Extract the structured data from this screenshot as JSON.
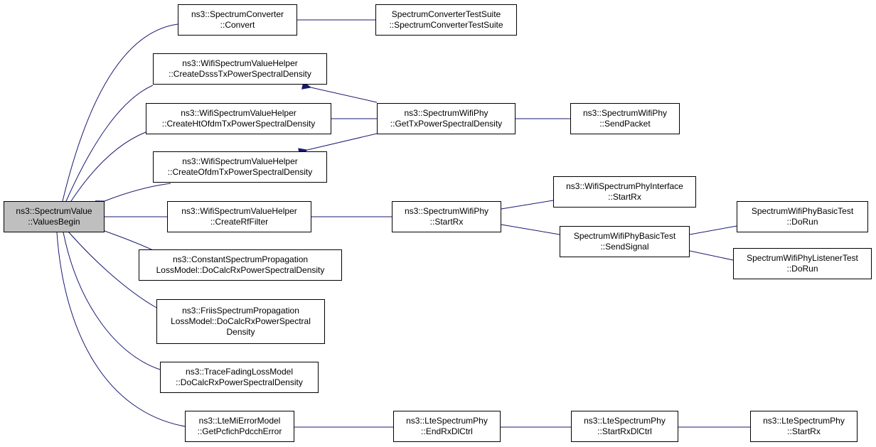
{
  "colors": {
    "edge": "#191970",
    "root_fill": "#bfbfbf",
    "node_fill": "#ffffff",
    "border": "#000000"
  },
  "nodes": [
    {
      "id": "root",
      "lines": [
        "ns3::SpectrumValue",
        "::ValuesBegin"
      ]
    },
    {
      "id": "sc_convert",
      "lines": [
        "ns3::SpectrumConverter",
        "::Convert"
      ]
    },
    {
      "id": "sc_testsuite",
      "lines": [
        "SpectrumConverterTestSuite",
        "::SpectrumConverterTestSuite"
      ]
    },
    {
      "id": "dsss",
      "lines": [
        "ns3::WifiSpectrumValueHelper",
        "::CreateDsssTxPowerSpectralDensity"
      ]
    },
    {
      "id": "htofdm",
      "lines": [
        "ns3::WifiSpectrumValueHelper",
        "::CreateHtOfdmTxPowerSpectralDensity"
      ]
    },
    {
      "id": "ofdm",
      "lines": [
        "ns3::WifiSpectrumValueHelper",
        "::CreateOfdmTxPowerSpectralDensity"
      ]
    },
    {
      "id": "gettx",
      "lines": [
        "ns3::SpectrumWifiPhy",
        "::GetTxPowerSpectralDensity"
      ]
    },
    {
      "id": "sendpacket",
      "lines": [
        "ns3::SpectrumWifiPhy",
        "::SendPacket"
      ]
    },
    {
      "id": "rffilter",
      "lines": [
        "ns3::WifiSpectrumValueHelper",
        "::CreateRfFilter"
      ]
    },
    {
      "id": "startrx",
      "lines": [
        "ns3::SpectrumWifiPhy",
        "::StartRx"
      ]
    },
    {
      "id": "iface_startrx",
      "lines": [
        "ns3::WifiSpectrumPhyInterface",
        "::StartRx"
      ]
    },
    {
      "id": "sendsignal",
      "lines": [
        "SpectrumWifiPhyBasicTest",
        "::SendSignal"
      ]
    },
    {
      "id": "basic_dorun",
      "lines": [
        "SpectrumWifiPhyBasicTest",
        "::DoRun"
      ]
    },
    {
      "id": "listener_dorun",
      "lines": [
        "SpectrumWifiPhyListenerTest",
        "::DoRun"
      ]
    },
    {
      "id": "constant",
      "lines": [
        "ns3::ConstantSpectrumPropagation",
        "LossModel::DoCalcRxPowerSpectralDensity"
      ]
    },
    {
      "id": "friis",
      "lines": [
        "ns3::FriisSpectrumPropagation",
        "LossModel::DoCalcRxPowerSpectral",
        "Density"
      ]
    },
    {
      "id": "trace",
      "lines": [
        "ns3::TraceFadingLossModel",
        "::DoCalcRxPowerSpectralDensity"
      ]
    },
    {
      "id": "lte_mi",
      "lines": [
        "ns3::LteMiErrorModel",
        "::GetPcfichPdcchError"
      ]
    },
    {
      "id": "endrx",
      "lines": [
        "ns3::LteSpectrumPhy",
        "::EndRxDlCtrl"
      ]
    },
    {
      "id": "startrxdl",
      "lines": [
        "ns3::LteSpectrumPhy",
        "::StartRxDlCtrl"
      ]
    },
    {
      "id": "lte_startrx",
      "lines": [
        "ns3::LteSpectrumPhy",
        "::StartRx"
      ]
    }
  ]
}
